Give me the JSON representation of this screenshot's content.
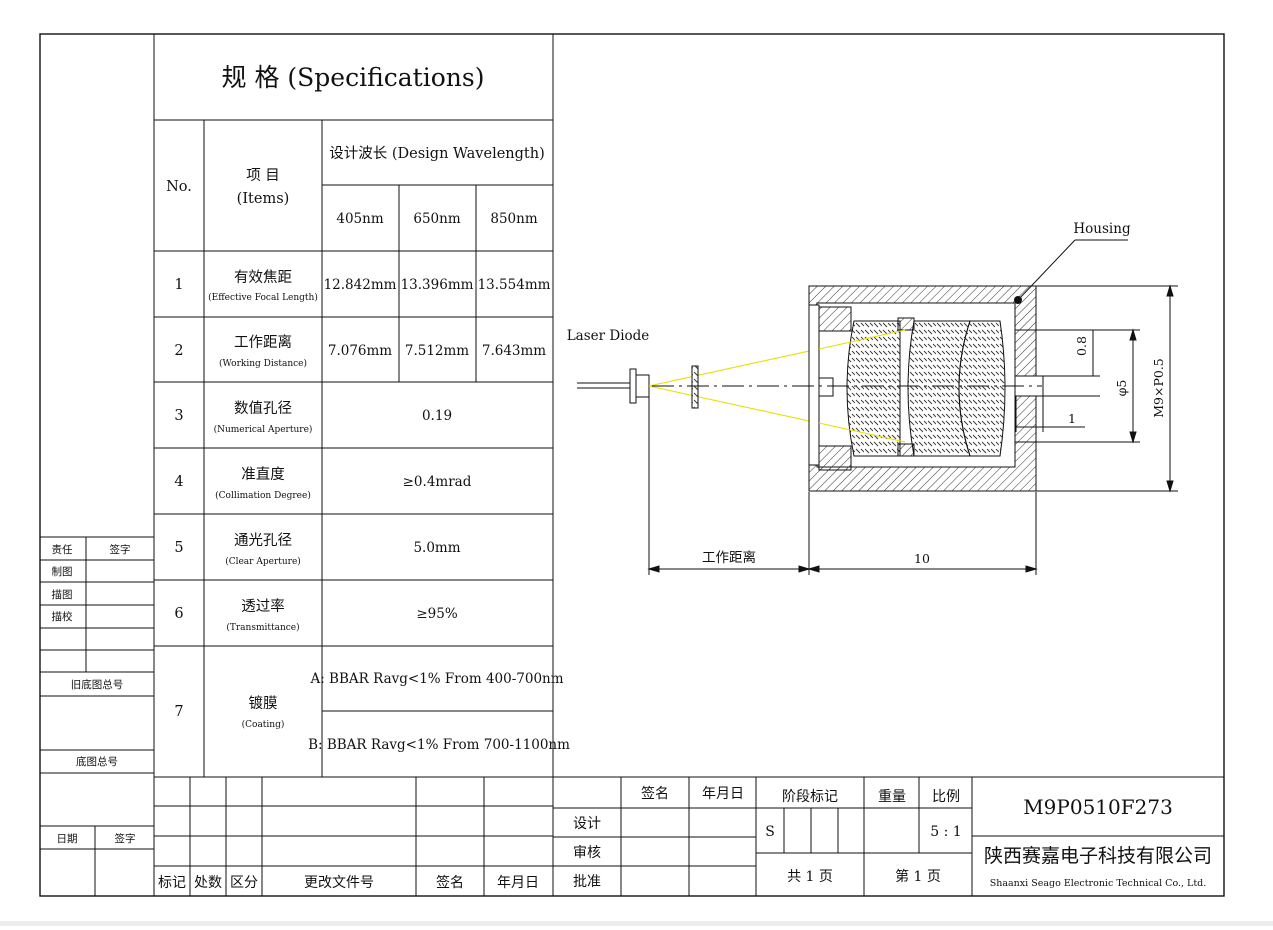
{
  "spec": {
    "title": "规 格 (Specifications)",
    "header_no": "No.",
    "header_items_cn": "项 目",
    "header_items_en": "(Items)",
    "header_wavelength": "设计波长 (Design Wavelength)",
    "wavelengths": [
      "405nm",
      "650nm",
      "850nm"
    ],
    "rows": [
      {
        "no": "1",
        "cn": "有效焦距",
        "en": "(Effective Focal Length)",
        "values": [
          "12.842mm",
          "13.396mm",
          "13.554mm"
        ]
      },
      {
        "no": "2",
        "cn": "工作距离",
        "en": "(Working Distance)",
        "values": [
          "7.076mm",
          "7.512mm",
          "7.643mm"
        ]
      },
      {
        "no": "3",
        "cn": "数值孔径",
        "en": "(Numerical Aperture)",
        "value": "0.19"
      },
      {
        "no": "4",
        "cn": "准直度",
        "en": "(Collimation Degree)",
        "value": "≥0.4mrad"
      },
      {
        "no": "5",
        "cn": "通光孔径",
        "en": "(Clear Aperture)",
        "value": "5.0mm"
      },
      {
        "no": "6",
        "cn": "透过率",
        "en": "(Transmittance)",
        "value": "≥95%"
      },
      {
        "no": "7",
        "cn": "镀膜",
        "en": "(Coating)",
        "values": [
          "A: BBAR Ravg<1% From 400-700nm",
          "B: BBAR Ravg<1% From 700-1100nm"
        ]
      }
    ]
  },
  "left_panel": {
    "resp": "责任",
    "sign": "签字",
    "rows": [
      "制图",
      "描图",
      "描校"
    ],
    "old_no": "旧底图总号",
    "base_no": "底图总号",
    "date": "日期",
    "sign2": "签字"
  },
  "title_block": {
    "rev_headers": [
      "标记",
      "处数",
      "区分",
      "更改文件号",
      "签名",
      "年月日"
    ],
    "approval_headers": [
      "签名",
      "年月日"
    ],
    "approval_rows": [
      "设计",
      "审核",
      "批准"
    ],
    "stage_header": "阶段标记",
    "weight_header": "重量",
    "scale_header": "比例",
    "stage_value": "S",
    "scale_value": "5 : 1",
    "total_pages": "共 1 页",
    "page_no": "第 1 页",
    "part_number": "M9P0510F273",
    "company_cn": "陕西赛嘉电子科技有限公司",
    "company_en": "Shaanxi Seago Electronic Technical Co., Ltd."
  },
  "drawing": {
    "housing_label": "Housing",
    "laser_label": "Laser Diode",
    "working_distance_label": "工作距离",
    "length_dim": "10",
    "thread_dim": "M9×P0.5",
    "aperture_dim": "φ5",
    "small_dim_1": "0.8",
    "small_dim_2": "1",
    "colors": {
      "ray": "#e8e000",
      "line": "#111111",
      "hatch": "#333333"
    }
  }
}
